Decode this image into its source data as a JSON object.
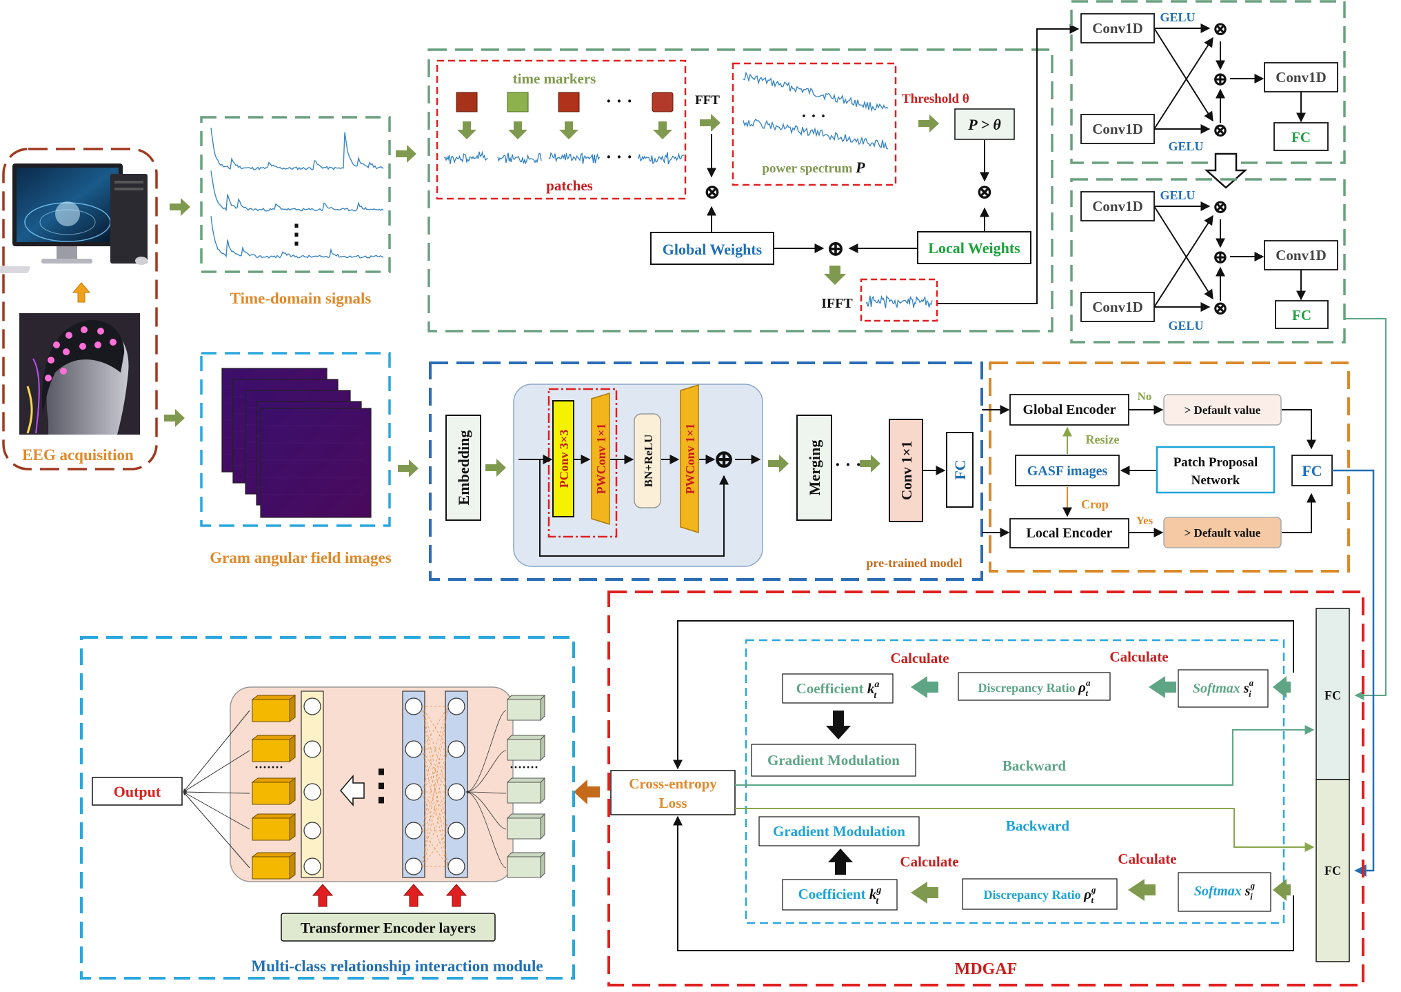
{
  "colors": {
    "brown": "#a0391f",
    "green_dash": "#6aa07f",
    "blue_dash": "#2aa7dd",
    "navy_dash": "#2a6cb5",
    "orange_dash": "#d98a2b",
    "red_dash": "#e02020",
    "arrow_green": "#7f9a4e",
    "orange_text": "#e0892a",
    "blue_text": "#1f6fb5",
    "cyan_text": "#1aa3d8",
    "green_text": "#1aa33a",
    "teal_text": "#5ea586",
    "red_text": "#c81e1e",
    "spectrum_blue": "#3a86c4"
  },
  "acquisition": {
    "label": "EEG acquisition"
  },
  "time_domain": {
    "label": "Time-domain signals",
    "ellipsis": "⋮"
  },
  "gram": {
    "label": "Gram angular field images"
  },
  "fft_module": {
    "time_markers": "time markers",
    "patches": "patches",
    "dots": "· · ·",
    "fft": "FFT",
    "power_spectrum": "power spectrum",
    "power_symbol": "P",
    "threshold": "Threshold θ",
    "condition": "P > θ",
    "global_weights": "Global Weights",
    "local_weights": "Local Weights",
    "ifft": "IFFT",
    "mult": "⊗",
    "plus": "⊕"
  },
  "conv_module": {
    "conv1d": "Conv1D",
    "gelu": "GELU",
    "fc": "FC"
  },
  "pretrained": {
    "embedding": "Embedding",
    "pconv": "PConv 3×3",
    "pwconv": "PWConv 1×1",
    "bn_relu": "BN+ReLU",
    "merging": "Merging",
    "conv1x1": "Conv 1×1",
    "fc": "FC",
    "caption": "pre-trained model",
    "dots": "· · ·"
  },
  "encoder_module": {
    "global_encoder": "Global Encoder",
    "local_encoder": "Local Encoder",
    "no": "No",
    "yes": "Yes",
    "default_value": "> Default value",
    "resize": "Resize",
    "crop": "Crop",
    "gasf": "GASF images",
    "patch_proposal": [
      "Patch Proposal",
      "Network"
    ],
    "fc": "FC"
  },
  "mdgaf": {
    "title": "MDGAF",
    "calculate": "Calculate",
    "coefficient": "Coefficient",
    "k_sym": "k",
    "k_sup_a": "a",
    "k_sup_g": "g",
    "t_sub": "t",
    "discrepancy": "Discrepancy Ratio",
    "rho": "ρ",
    "softmax": "Softmax",
    "s_sym": "s",
    "i_sub": "i",
    "gradient_modulation": "Gradient Modulation",
    "backward": "Backward",
    "loss": [
      "Cross-entropy",
      "Loss"
    ],
    "fc": "FC"
  },
  "interaction": {
    "output": "Output",
    "transformer": "Transformer Encoder layers",
    "title": "Multi-class relationship interaction module",
    "dots_small": "·······",
    "dots_v": "⋮"
  }
}
